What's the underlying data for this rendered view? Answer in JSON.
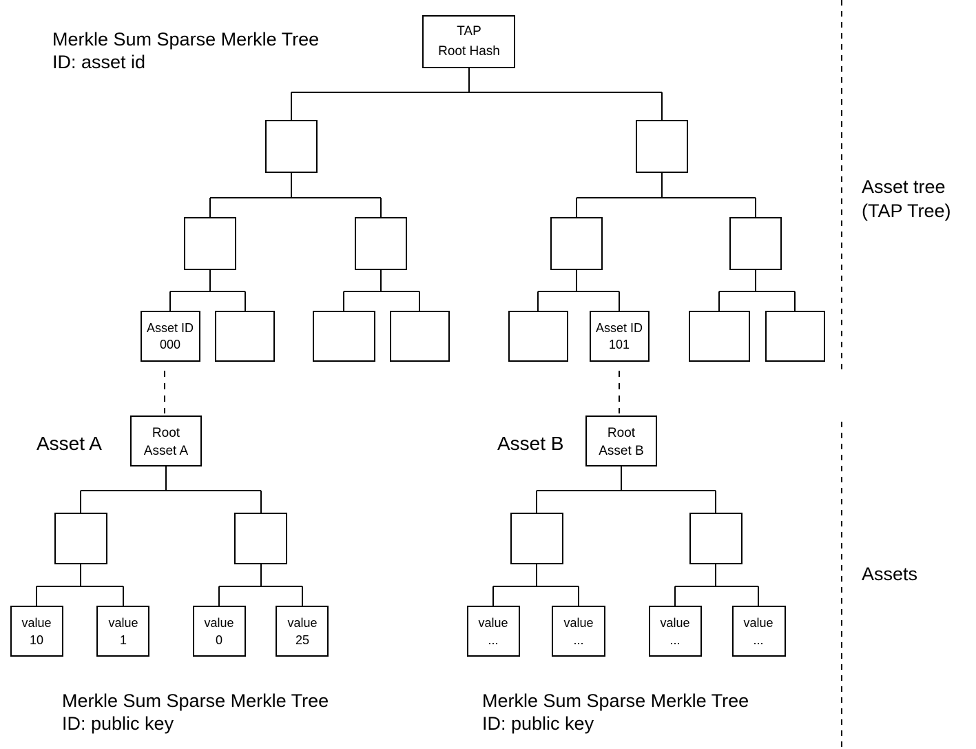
{
  "diagram": {
    "title_top": {
      "line1": "Merkle Sum Sparse Merkle Tree",
      "line2": "ID: asset id"
    },
    "side_labels": {
      "asset_tree_line1": "Asset tree",
      "asset_tree_line2": "(TAP Tree)",
      "assets": "Assets"
    },
    "tap_tree": {
      "root": {
        "line1": "TAP",
        "line2": "Root Hash"
      },
      "leaves": [
        {
          "line1": "Asset ID",
          "line2": "000"
        },
        {
          "line1": "",
          "line2": ""
        },
        {
          "line1": "",
          "line2": ""
        },
        {
          "line1": "",
          "line2": ""
        },
        {
          "line1": "",
          "line2": ""
        },
        {
          "line1": "Asset ID",
          "line2": "101"
        },
        {
          "line1": "",
          "line2": ""
        },
        {
          "line1": "",
          "line2": ""
        }
      ]
    },
    "asset_a": {
      "title": "Asset A",
      "root": {
        "line1": "Root",
        "line2": "Asset A"
      },
      "leaves": [
        {
          "line1": "value",
          "line2": "10"
        },
        {
          "line1": "value",
          "line2": "1"
        },
        {
          "line1": "value",
          "line2": "0"
        },
        {
          "line1": "value",
          "line2": "25"
        }
      ],
      "caption": {
        "line1": "Merkle Sum Sparse Merkle Tree",
        "line2": "ID: public key"
      }
    },
    "asset_b": {
      "title": "Asset B",
      "root": {
        "line1": "Root",
        "line2": "Asset B"
      },
      "leaves": [
        {
          "line1": "value",
          "line2": "..."
        },
        {
          "line1": "value",
          "line2": "..."
        },
        {
          "line1": "value",
          "line2": "..."
        },
        {
          "line1": "value",
          "line2": "..."
        }
      ],
      "caption": {
        "line1": "Merkle Sum Sparse Merkle Tree",
        "line2": "ID: public key"
      }
    },
    "colors": {
      "stroke": "#000000",
      "fill": "#ffffff",
      "text": "#000000"
    }
  }
}
